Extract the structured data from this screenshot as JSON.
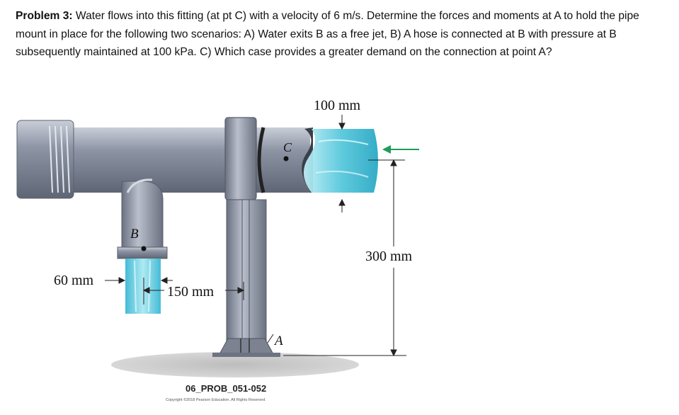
{
  "problem": {
    "label": "Problem 3:",
    "text": " Water flows into this fitting (at pt C) with a velocity of 6 m/s. Determine the forces and moments at A to hold the pipe mount in place for the following two scenarios: A) Water exits B as a free jet, B) A hose is connected at B with pressure at B subsequently maintained at 100 kPa. C) Which case provides a greater demand on the connection at point A?"
  },
  "figure": {
    "dim_inlet": "100 mm",
    "dim_height": "300 mm",
    "dim_outlet": "60 mm",
    "dim_offset": "150 mm",
    "point_c": "C",
    "point_b": "B",
    "point_a": "A",
    "figure_id": "06_PROB_051-052",
    "copyright": "Copyright ©2018 Pearson Education, All Rights Reserved"
  }
}
